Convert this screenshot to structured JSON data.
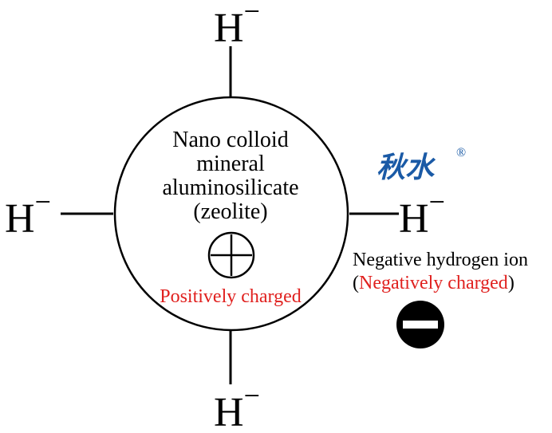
{
  "center": {
    "line1": "Nano colloid",
    "line2": "mineral",
    "line3": "aluminosilicate",
    "line4": "(zeolite)",
    "charge_label": "Positively charged"
  },
  "ions": {
    "top": {
      "symbol": "H",
      "charge": "−"
    },
    "left": {
      "symbol": "H",
      "charge": "−"
    },
    "right": {
      "symbol": "H",
      "charge": "−"
    },
    "bottom": {
      "symbol": "H",
      "charge": "−"
    }
  },
  "legend": {
    "title": "Negative hydrogen ion",
    "open_paren": "(",
    "charge_text": "Negatively charged",
    "close_paren": ")"
  },
  "brand": {
    "name": "秋水",
    "registered": "®"
  },
  "colors": {
    "line": "#000000",
    "accent_red": "#e0201e",
    "brand_blue": "#1a5aa6"
  }
}
